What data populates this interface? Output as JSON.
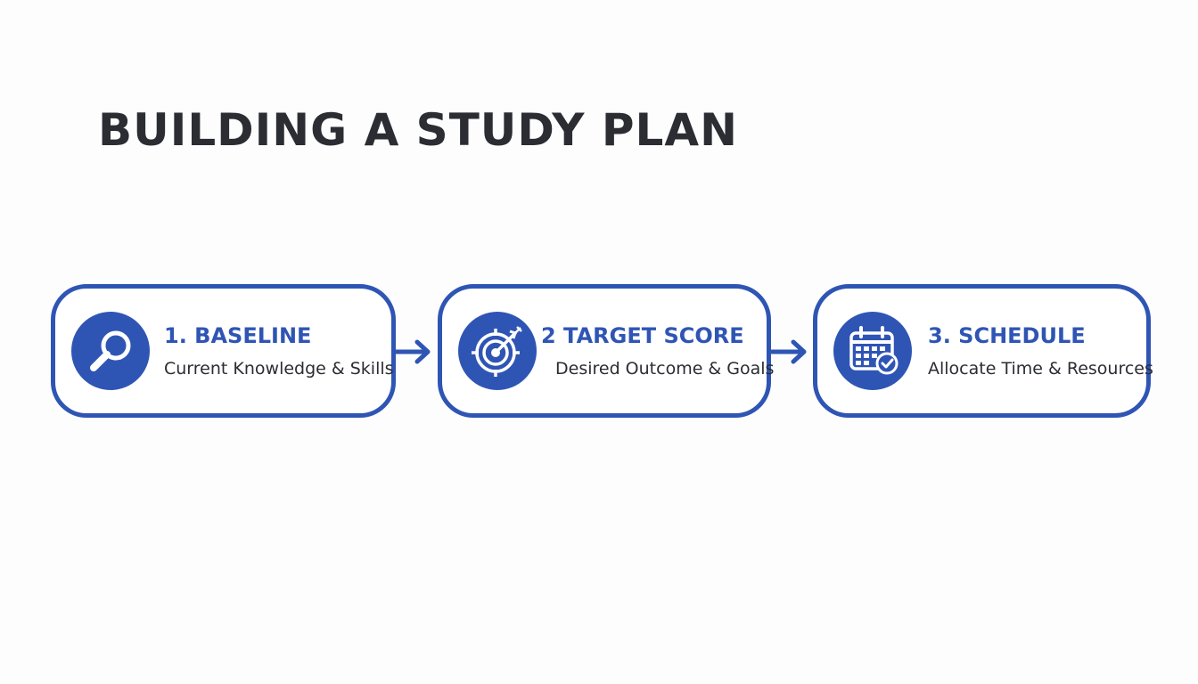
{
  "title": "BUILDING A STUDY PLAN",
  "colors": {
    "accent": "#2f55b4",
    "text_dark": "#2b2d33",
    "background": "#fdfdfe"
  },
  "steps": [
    {
      "title": "1. BASELINE",
      "description": "Current Knowledge & Skills",
      "icon": "magnifying-glass-icon"
    },
    {
      "title": "2 TARGET SCORE",
      "description": "Desired Outcome & Goals",
      "icon": "target-arrow-icon"
    },
    {
      "title": "3. SCHEDULE",
      "description": "Allocate Time & Resources",
      "icon": "calendar-check-icon"
    }
  ]
}
